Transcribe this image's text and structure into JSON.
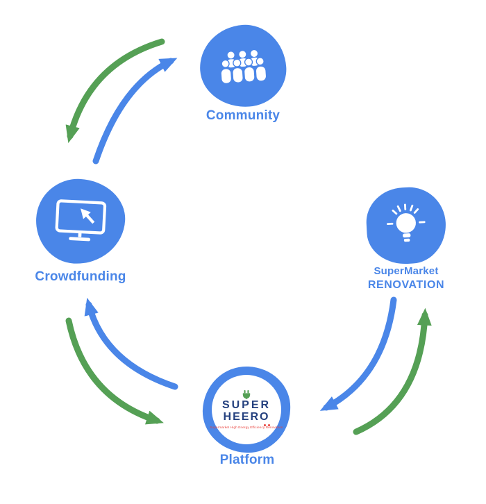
{
  "colors": {
    "blue": "#4a86e8",
    "green": "#55a055",
    "logo_navy": "#24407e",
    "logo_red": "#e8413c"
  },
  "nodes": {
    "community": {
      "label": "Community",
      "icon": "people-group-icon"
    },
    "crowdfunding": {
      "label": "Crowdfunding",
      "icon": "monitor-cursor-icon"
    },
    "supermarket": {
      "label_line1": "SuperMarket",
      "label_line2": "RENOVATION",
      "icon": "lightbulb-icon"
    },
    "platform": {
      "label": "Platform",
      "logo": {
        "word1": "SUPER",
        "word2": "HEERO",
        "tagline": "Supermarket High Energy Efficiency Renovation"
      }
    }
  },
  "connections": [
    {
      "from": "crowdfunding",
      "to": "community",
      "color": "blue"
    },
    {
      "from": "community",
      "to": "crowdfunding",
      "color": "green"
    },
    {
      "from": "platform",
      "to": "crowdfunding",
      "color": "blue"
    },
    {
      "from": "crowdfunding",
      "to": "platform",
      "color": "green"
    },
    {
      "from": "supermarket",
      "to": "platform",
      "color": "blue"
    },
    {
      "from": "platform",
      "to": "supermarket",
      "color": "green"
    }
  ]
}
